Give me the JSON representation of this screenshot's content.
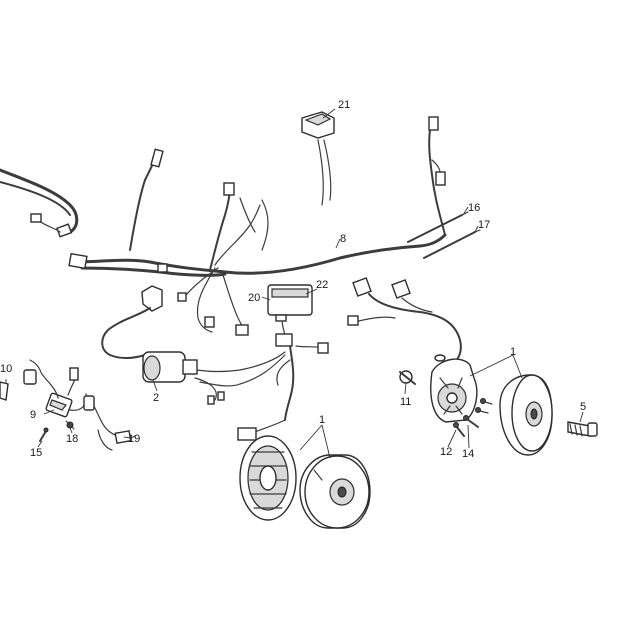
{
  "diagram": {
    "callouts": {
      "c1a": "1",
      "c1b": "1",
      "c2": "2",
      "c5": "5",
      "c8": "8",
      "c9": "9",
      "c10": "10",
      "c11": "11",
      "c12": "12",
      "c14": "14",
      "c15": "15",
      "c16": "16",
      "c17": "17",
      "c18": "18",
      "c19": "19",
      "c20": "20",
      "c21": "21",
      "c22": "22"
    }
  }
}
